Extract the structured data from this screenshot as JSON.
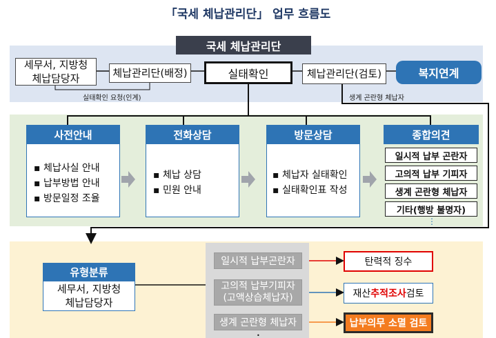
{
  "title": "「국세 체납관리단」 업무 흐름도",
  "header": {
    "label": "국세 체납관리단"
  },
  "row1": {
    "tax_office_line1": "세무서, 지방청",
    "tax_office_line2": "체납담당자",
    "assign_box": "체납관리단(배정)",
    "field_check": "실태확인",
    "review_box": "체납관리단(검토)",
    "welfare_box": "복지연계",
    "note_request": "실태확인 요청(인계)",
    "note_welfare": "생계 곤란형 체납자"
  },
  "stages": [
    {
      "title": "사전안내",
      "items": [
        "체납사실 안내",
        "납부방법 안내",
        "방문일정 조율"
      ]
    },
    {
      "title": "전화상담",
      "items": [
        "체납 상담",
        "민원 안내"
      ]
    },
    {
      "title": "방문상담",
      "items": [
        "체납자 실태확인",
        "실태확인표 작성"
      ]
    }
  ],
  "opinion": {
    "title": "종합의견",
    "items": [
      "일시적 납부 곤란자",
      "고의적 납부 기피자",
      "생계 곤란형 체납자",
      "기타(행방 불명자)"
    ],
    "more": "⋮"
  },
  "classify": {
    "title": "유형분류",
    "line1": "세무서, 지방청",
    "line2": "체납담당자"
  },
  "types": [
    {
      "label": "일시적 납부곤란자"
    },
    {
      "label1": "고의적 납부기피자",
      "label2": "(고액상습체납자)"
    },
    {
      "label": "생계 곤란형 체납자"
    }
  ],
  "results": {
    "r1": "탄력적 징수",
    "r2_pre": "재산 ",
    "r2_em": "추적조사",
    "r2_post": " 검토",
    "r3": "납부의무 소멸 검토"
  },
  "colors": {
    "title": "#1f3864",
    "header_bg": "#3a3f4c",
    "blue": "#2e74b5",
    "red": "#e00000",
    "orange": "#f47c20"
  }
}
